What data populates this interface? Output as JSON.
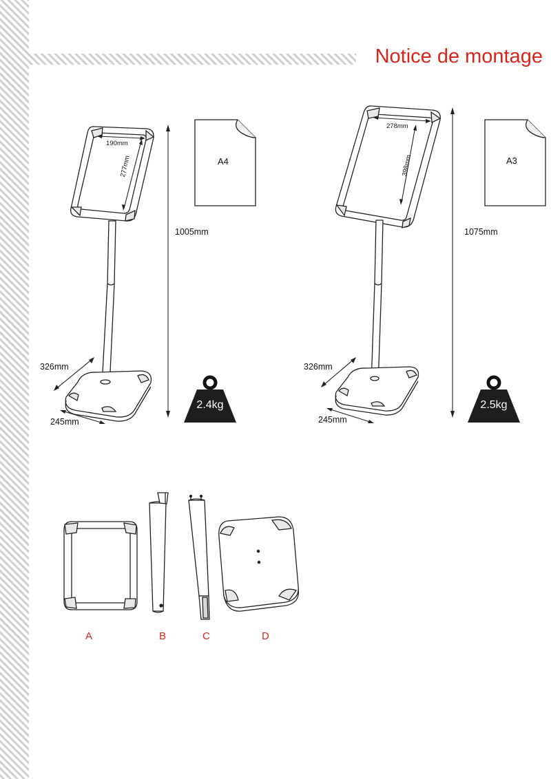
{
  "header": {
    "title": "Notice de montage"
  },
  "stand_a4": {
    "paper": "A4",
    "frame_width": "190mm",
    "frame_height": "277mm",
    "total_height": "1005mm",
    "base_depth": "326mm",
    "base_width": "245mm",
    "weight": "2.4kg"
  },
  "stand_a3": {
    "paper": "A3",
    "frame_width": "278mm",
    "frame_height": "398mm",
    "total_height": "1075mm",
    "base_depth": "326mm",
    "base_width": "245mm",
    "weight": "2.5kg"
  },
  "parts": {
    "a": "A",
    "b": "B",
    "c": "C",
    "d": "D"
  },
  "colors": {
    "accent": "#d9241b",
    "stripe": "#c8c8c8",
    "ink": "#222222"
  }
}
